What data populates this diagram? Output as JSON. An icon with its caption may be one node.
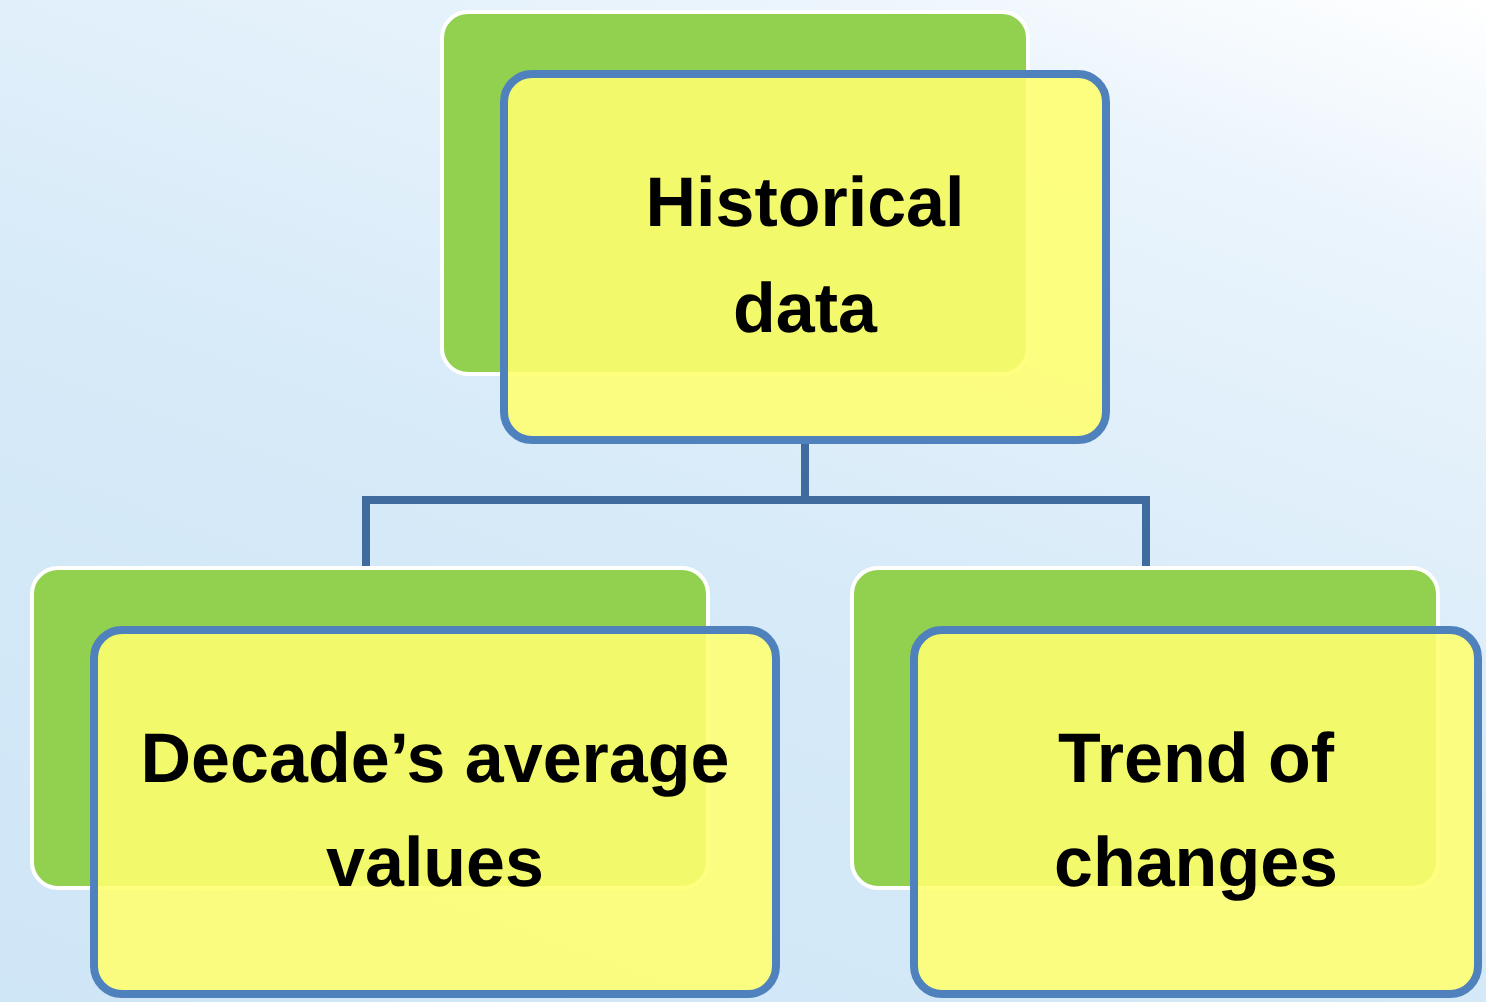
{
  "diagram": {
    "nodes": [
      {
        "text": [
          "Historical data"
        ]
      },
      {
        "text": [
          "Decade’s average values"
        ]
      },
      {
        "text": [
          "Trend of changes"
        ]
      }
    ],
    "edges": [
      {
        "from": 0,
        "to": 1,
        "arrow": "none"
      },
      {
        "from": 0,
        "to": 2,
        "arrow": "none"
      }
    ]
  }
}
